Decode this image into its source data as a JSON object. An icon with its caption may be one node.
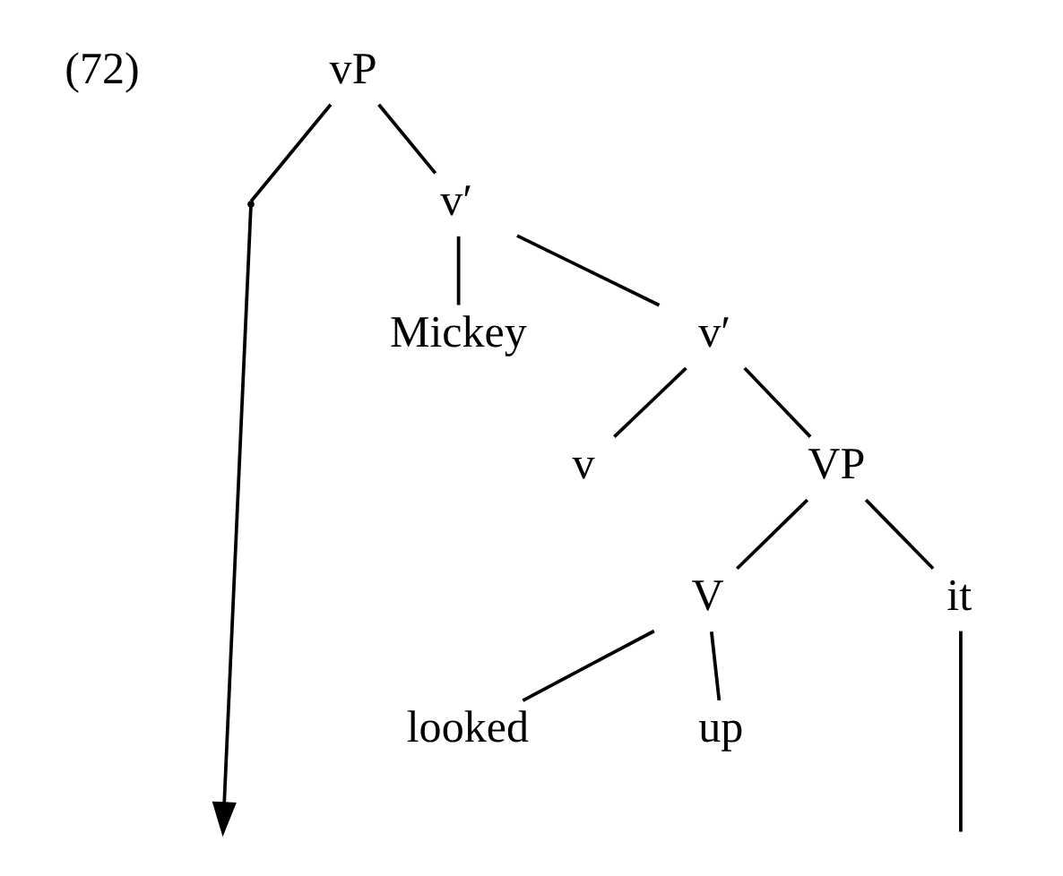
{
  "diagram": {
    "nodes": [
      {
        "text": [
          "vP"
        ]
      },
      {
        "text": [],
        "shape": "point"
      },
      {
        "text": [
          "v′"
        ]
      },
      {
        "text": [
          "Mickey"
        ]
      },
      {
        "text": [
          "v′"
        ]
      },
      {
        "text": [
          "v"
        ]
      },
      {
        "text": [
          "VP"
        ]
      },
      {
        "text": [
          "V"
        ]
      },
      {
        "text": [
          "it"
        ]
      },
      {
        "text": [
          "looked"
        ]
      },
      {
        "text": [
          "up"
        ]
      }
    ],
    "edges": [
      {
        "from": 0,
        "to": 1,
        "arrow": "none"
      },
      {
        "from": 0,
        "to": 2,
        "arrow": "none"
      },
      {
        "from": 2,
        "to": 3,
        "arrow": "none"
      },
      {
        "from": 2,
        "to": 4,
        "arrow": "none"
      },
      {
        "from": 4,
        "to": 5,
        "arrow": "none"
      },
      {
        "from": 4,
        "to": 6,
        "arrow": "none"
      },
      {
        "from": 6,
        "to": 7,
        "arrow": "none"
      },
      {
        "from": 6,
        "to": 8,
        "arrow": "none"
      },
      {
        "from": 7,
        "to": 9,
        "arrow": "none"
      },
      {
        "from": 7,
        "to": 10,
        "arrow": "none"
      },
      {
        "from": 1,
        "to": null,
        "arrow": "to"
      },
      {
        "from": 8,
        "to": null,
        "arrow": "none"
      }
    ],
    "labels": [
      "(72)"
    ]
  }
}
